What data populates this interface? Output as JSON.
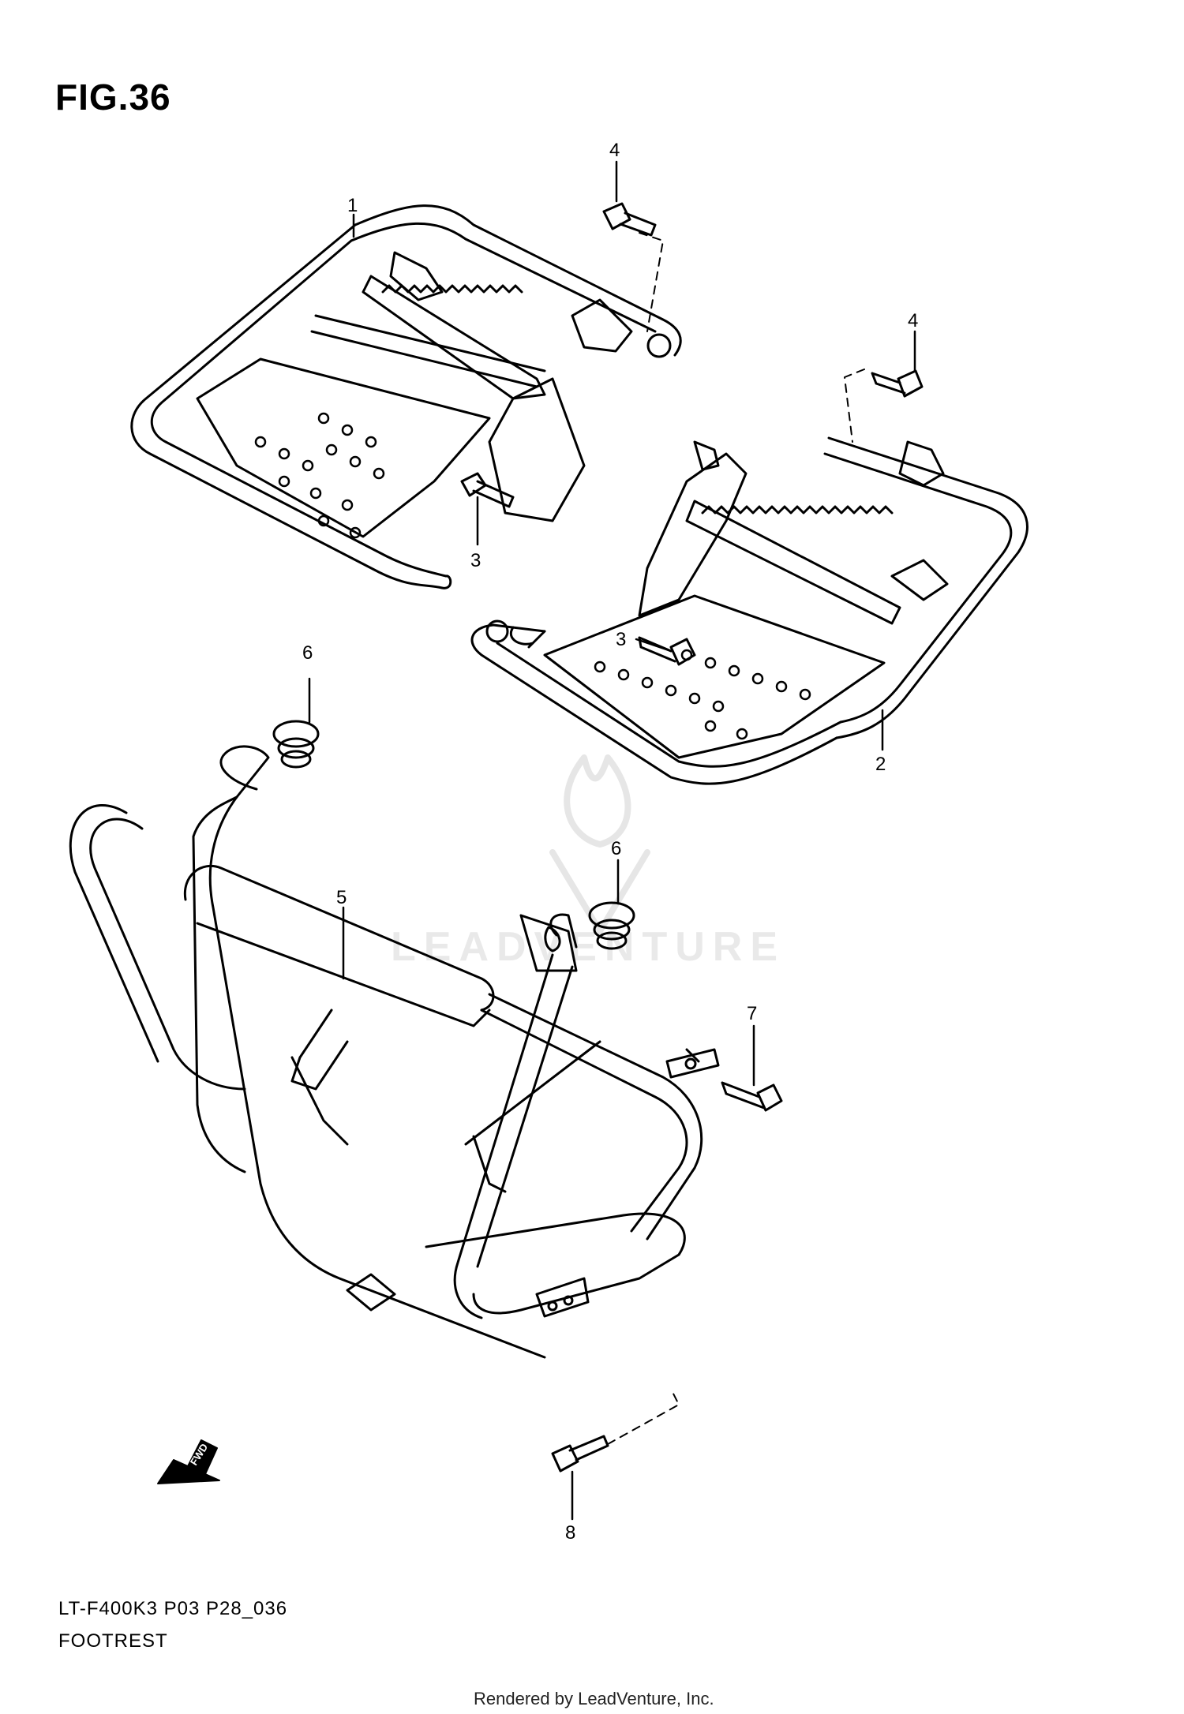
{
  "figure": {
    "title": "FIG.36",
    "model_code": "LT-F400K3 P03 P28_036",
    "section_name": "FOOTREST"
  },
  "callouts": [
    {
      "id": "c1",
      "label": "1"
    },
    {
      "id": "c2",
      "label": "2"
    },
    {
      "id": "c3a",
      "label": "3"
    },
    {
      "id": "c3b",
      "label": "3"
    },
    {
      "id": "c4a",
      "label": "4"
    },
    {
      "id": "c4b",
      "label": "4"
    },
    {
      "id": "c5",
      "label": "5"
    },
    {
      "id": "c6a",
      "label": "6"
    },
    {
      "id": "c6b",
      "label": "6"
    },
    {
      "id": "c7",
      "label": "7"
    },
    {
      "id": "c8",
      "label": "8"
    }
  ],
  "direction_arrow": {
    "label": "FWD"
  },
  "watermark": {
    "text": "LEADVENTURE"
  },
  "footer": {
    "rendered_by": "Rendered by LeadVenture, Inc."
  },
  "colors": {
    "line": "#000000",
    "background": "#ffffff",
    "watermark": "#e9e9e9"
  }
}
